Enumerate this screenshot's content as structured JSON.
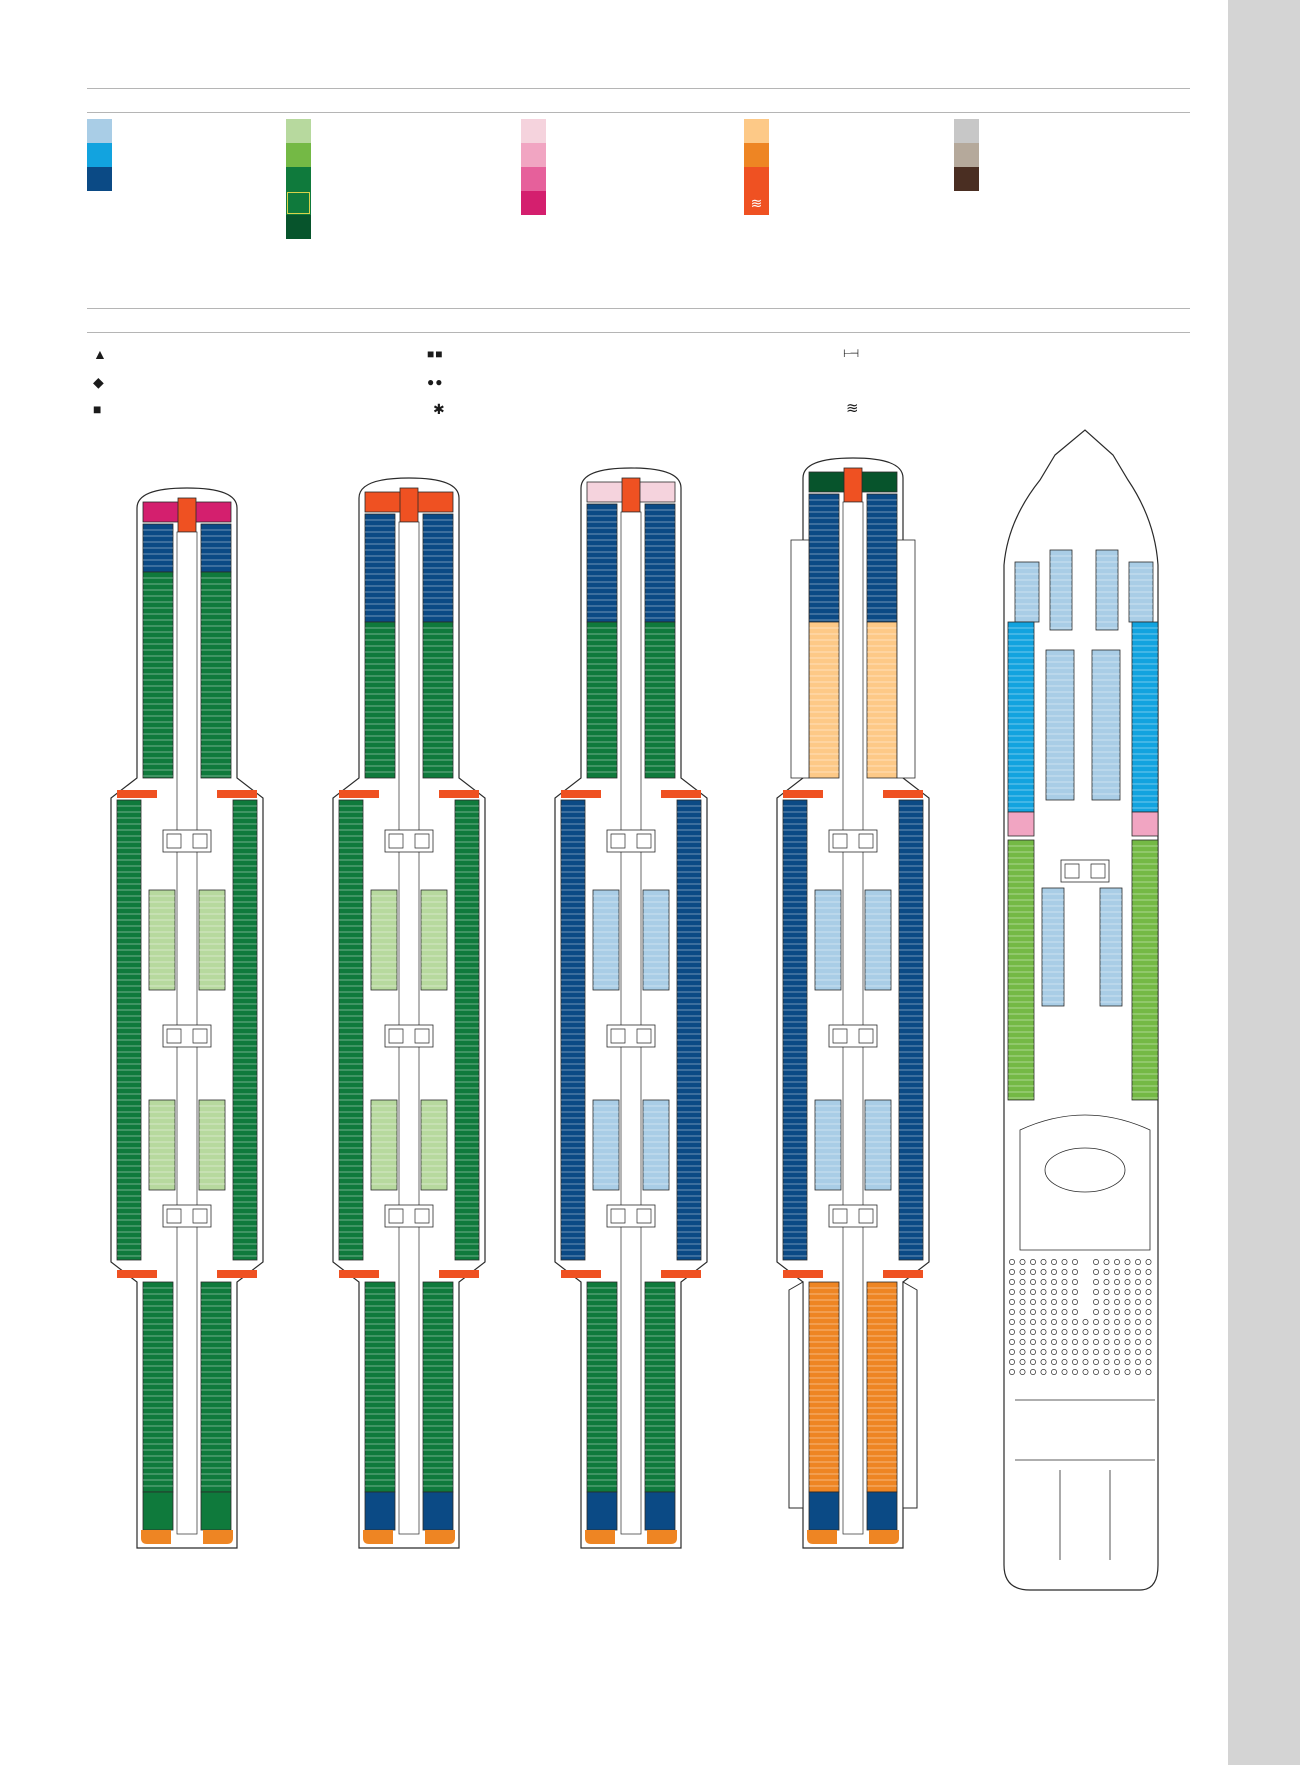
{
  "colors": {
    "light_blue": "#a9cde6",
    "sky_blue": "#12a3df",
    "navy": "#0b4a85",
    "pale_green": "#b7d99e",
    "lime_green": "#74b945",
    "green": "#0f7a3c",
    "dark_green": "#07542c",
    "pale_pink": "#f5d3dd",
    "pink": "#f1a5c2",
    "rose": "#e6609b",
    "magenta": "#d41f6e",
    "peach": "#fdc987",
    "orange": "#ee8523",
    "red_orange": "#ef5122",
    "light_grey": "#c7c7c7",
    "taupe": "#b5a99b",
    "brown": "#4a2e22",
    "outline": "#2a2a2a"
  },
  "legend": {
    "groups": [
      {
        "swatches": [
          {
            "color": "light_blue"
          },
          {
            "color": "sky_blue"
          },
          {
            "color": "navy"
          }
        ]
      },
      {
        "swatches": [
          {
            "color": "pale_green"
          },
          {
            "color": "lime_green"
          },
          {
            "color": "green"
          },
          {
            "color": "green",
            "outlined": true
          },
          {
            "color": "dark_green"
          }
        ]
      },
      {
        "swatches": [
          {
            "color": "pale_pink"
          },
          {
            "color": "pink"
          },
          {
            "color": "rose"
          },
          {
            "color": "magenta"
          }
        ]
      },
      {
        "swatches": [
          {
            "color": "peach"
          },
          {
            "color": "orange"
          },
          {
            "color": "red_orange"
          },
          {
            "color": "red_orange",
            "icon": "wave-icon"
          }
        ]
      },
      {
        "swatches": [
          {
            "color": "light_grey"
          },
          {
            "color": "taupe"
          },
          {
            "color": "brown"
          }
        ]
      }
    ]
  },
  "symbols": [
    {
      "name": "triangle-icon",
      "glyph": "▲"
    },
    {
      "name": "diamond-icon",
      "glyph": "◆"
    },
    {
      "name": "square-icon",
      "glyph": "■"
    },
    {
      "name": "double-square-icon",
      "glyph": "■■"
    },
    {
      "name": "double-dot-icon",
      "glyph": "●●"
    },
    {
      "name": "asterisk-icon",
      "glyph": "✱"
    },
    {
      "name": "connecting-icon",
      "glyph": "⊢⊣"
    },
    {
      "name": "wave-icon",
      "glyph": "≋"
    }
  ],
  "decks": [
    {
      "name": "deck-1",
      "bow": "magenta",
      "fwd": "navy",
      "main": "green",
      "aft": "green",
      "stern_cap": "orange",
      "inner": "pale_green",
      "narrow_aft": false
    },
    {
      "name": "deck-2",
      "bow": "red_orange",
      "fwd": "navy",
      "main": "green",
      "aft": "green",
      "stern_cap": "navy",
      "inner": "pale_green",
      "narrow_aft": false
    },
    {
      "name": "deck-3",
      "bow": "pale_pink",
      "fwd": "navy",
      "main": "navy",
      "aft": "green",
      "stern_cap": "navy",
      "inner": "light_blue",
      "narrow_aft": false
    },
    {
      "name": "deck-4",
      "bow": "dark_green",
      "fwd": "navy",
      "main": "navy",
      "aft": "orange",
      "stern_cap": "navy",
      "inner": "light_blue",
      "narrow_aft": true,
      "fwd_peach": true
    },
    {
      "name": "deck-5-pool",
      "bow": "none",
      "fwd": "light_blue",
      "main": "sky_blue",
      "aft": "lime_green",
      "stern_cap": "none",
      "inner": "light_blue",
      "pool_deck": true
    }
  ]
}
